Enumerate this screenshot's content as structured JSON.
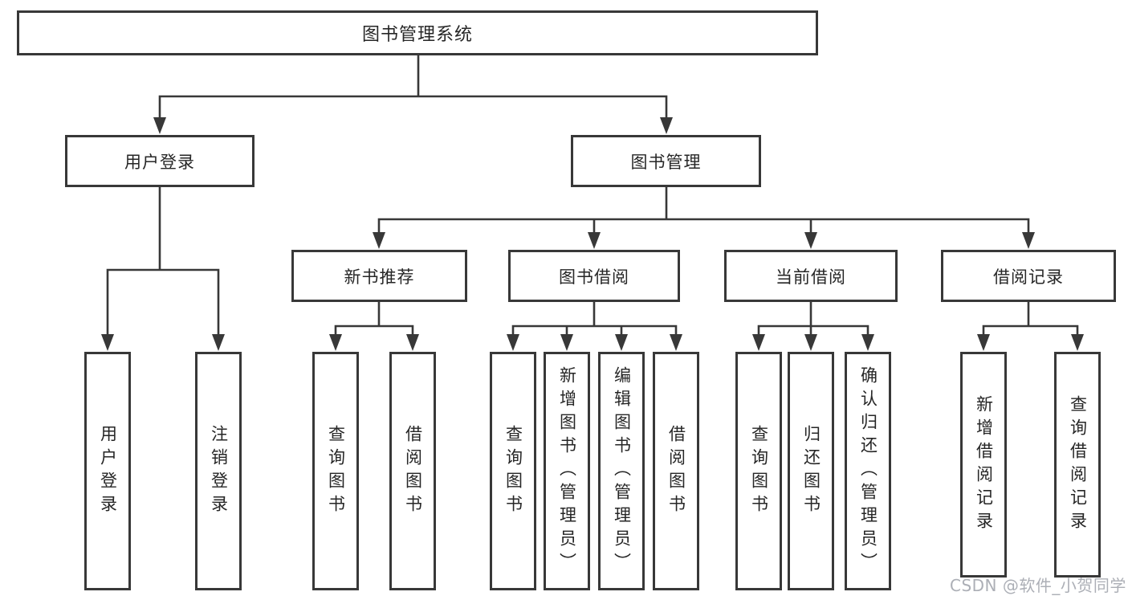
{
  "colors": {
    "line": "#383838",
    "text": "#262626",
    "background": "#ffffff",
    "watermark": "#a8abb2"
  },
  "diagram": {
    "root": {
      "label": "图书管理系统"
    },
    "branches": {
      "user_login": {
        "label": "用户登录",
        "children": {
          "login": {
            "label": "用户登录"
          },
          "logout": {
            "label": "注销登录"
          }
        }
      },
      "book_mgmt": {
        "label": "图书管理",
        "modules": {
          "recommend": {
            "label": "新书推荐",
            "children": {
              "query": {
                "label": "查询图书"
              },
              "borrow": {
                "label": "借阅图书"
              }
            }
          },
          "borrow": {
            "label": "图书借阅",
            "children": {
              "query": {
                "label": "查询图书"
              },
              "add": {
                "label": "新增图书（管理员）"
              },
              "edit": {
                "label": "编辑图书（管理员）"
              },
              "borrow": {
                "label": "借阅图书"
              }
            }
          },
          "current": {
            "label": "当前借阅",
            "children": {
              "query": {
                "label": "查询图书"
              },
              "return": {
                "label": "归还图书"
              },
              "confirm": {
                "label": "确认归还（管理员）"
              }
            }
          },
          "records": {
            "label": "借阅记录",
            "children": {
              "add": {
                "label": "新增借阅记录"
              },
              "query": {
                "label": "查询借阅记录"
              }
            }
          }
        }
      }
    },
    "watermark": "CSDN @软件_小贺同学"
  }
}
